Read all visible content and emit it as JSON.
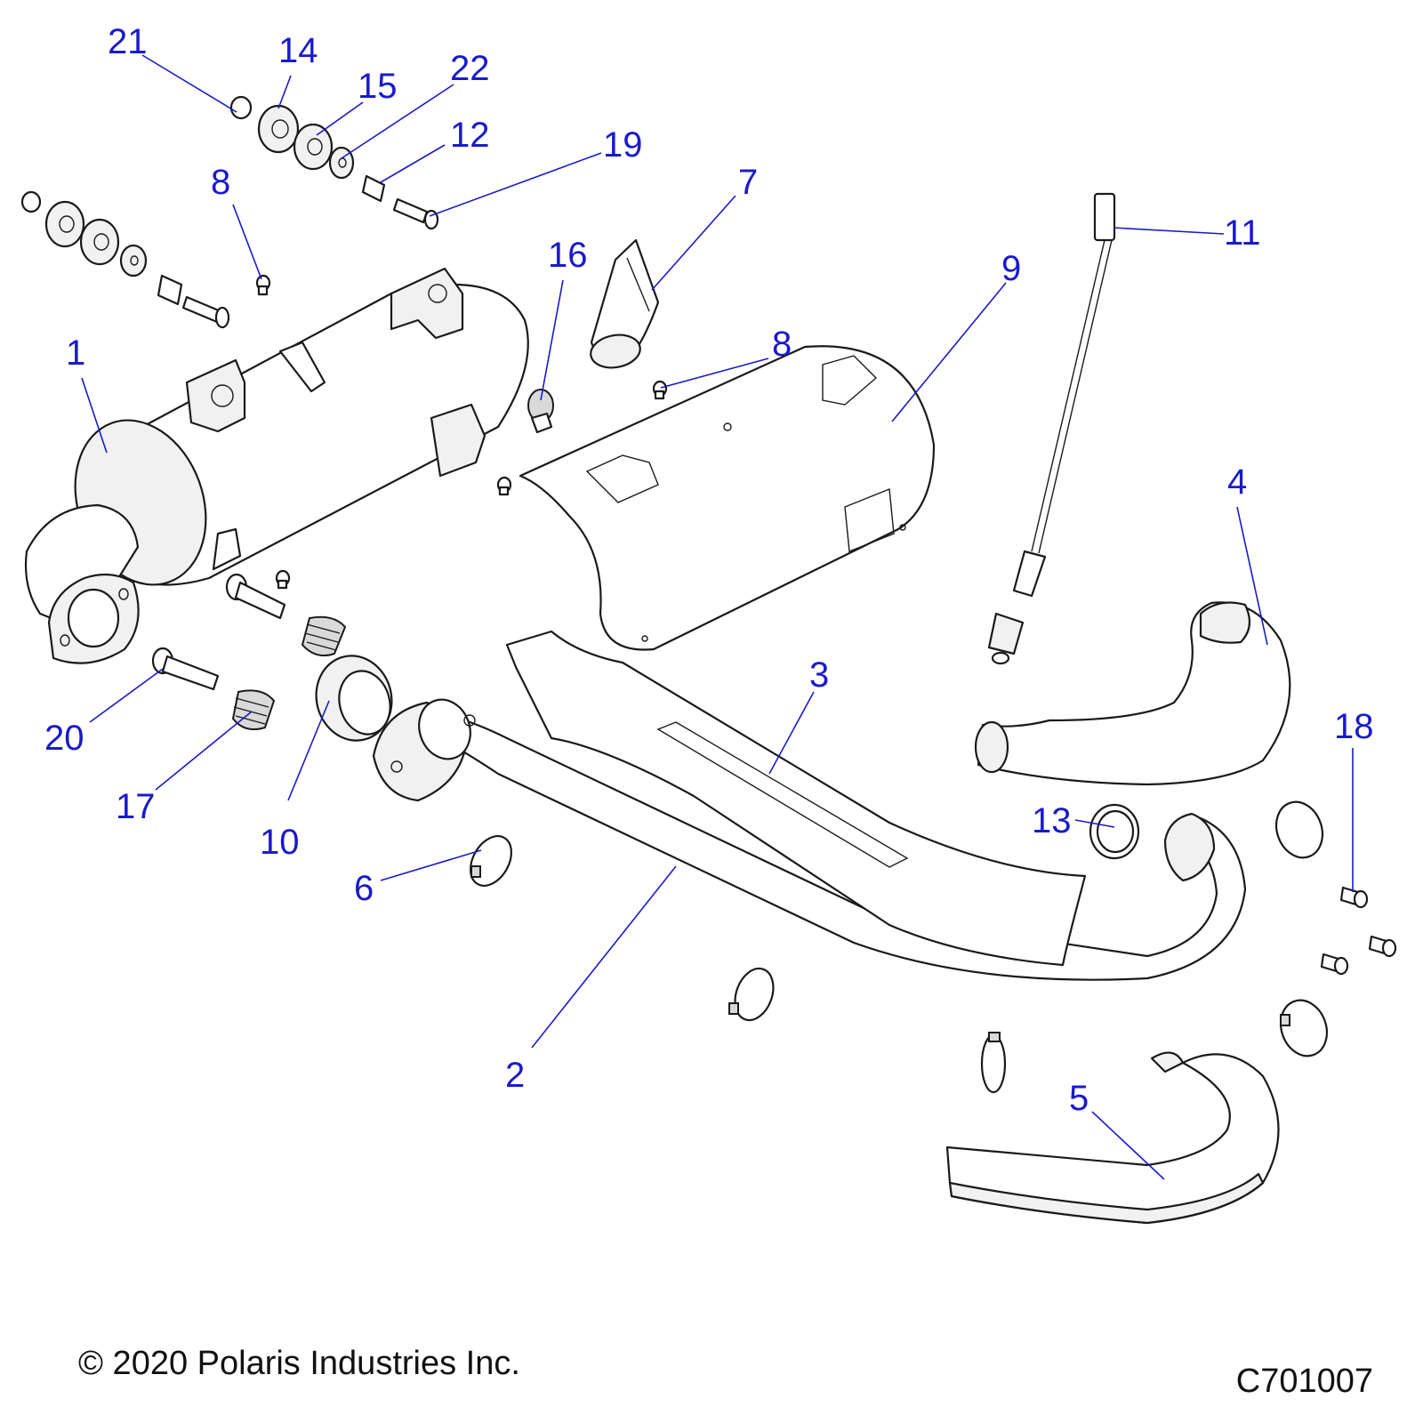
{
  "callouts": [
    {
      "label": "21"
    },
    {
      "label": "14"
    },
    {
      "label": "15"
    },
    {
      "label": "22"
    },
    {
      "label": "12"
    },
    {
      "label": "19"
    },
    {
      "label": "8"
    },
    {
      "label": "7"
    },
    {
      "label": "16"
    },
    {
      "label": "11"
    },
    {
      "label": "9"
    },
    {
      "label": "1"
    },
    {
      "label": "8"
    },
    {
      "label": "4"
    },
    {
      "label": "3"
    },
    {
      "label": "18"
    },
    {
      "label": "20"
    },
    {
      "label": "17"
    },
    {
      "label": "10"
    },
    {
      "label": "13"
    },
    {
      "label": "6"
    },
    {
      "label": "2"
    },
    {
      "label": "5"
    }
  ],
  "footer": {
    "copyright": "© 2020 Polaris Industries Inc.",
    "drawing_code": "C701007"
  },
  "colors": {
    "callout": "#1a1acc",
    "line": "#1a1a1a",
    "background": "#ffffff"
  }
}
